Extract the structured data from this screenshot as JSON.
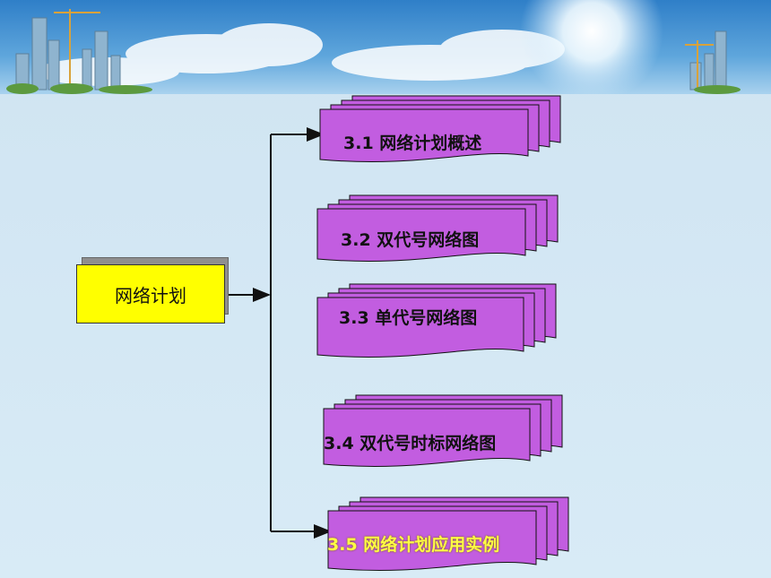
{
  "root": {
    "label": "网络计划"
  },
  "nodes": [
    {
      "id": "3.1",
      "label": "3.1 网络计划概述",
      "highlight": false
    },
    {
      "id": "3.2",
      "label": "3.2 双代号网络图",
      "highlight": false
    },
    {
      "id": "3.3",
      "label": "3.3 单代号网络图",
      "highlight": false
    },
    {
      "id": "3.4",
      "label": "3.4 双代号时标网络图",
      "highlight": false
    },
    {
      "id": "3.5",
      "label": "3.5 网络计划应用实例",
      "highlight": true
    }
  ],
  "colors": {
    "root_fill": "#ffff00",
    "node_fill": "#c25de0",
    "node_stroke": "#111111",
    "connector": "#111111",
    "highlight_text": "#ffff44"
  }
}
